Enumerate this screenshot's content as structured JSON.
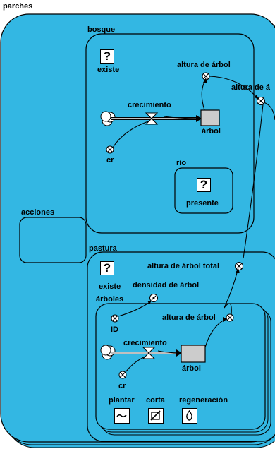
{
  "colors": {
    "panel": "#33b7e3",
    "frame": "#000000",
    "background": "#ffffff"
  },
  "parches": {
    "label": "parches"
  },
  "bosque": {
    "label": "bosque",
    "existe": {
      "icon": "question-icon",
      "symbol": "?",
      "label": "existe"
    },
    "altura_arbol": "altura de árbol",
    "altura_a": "altura de á",
    "crecimiento": "crecimiento",
    "arbol": "árbol",
    "cr": "cr",
    "rio": {
      "label": "río",
      "symbol": "?",
      "presente": "presente"
    }
  },
  "acciones": {
    "label": "acciones"
  },
  "pastura": {
    "label": "pastura",
    "existe": {
      "symbol": "?",
      "label": "existe"
    },
    "altura_total": "altura de árbol total",
    "densidad": "densidad de árbol",
    "arboles": {
      "label": "árboles",
      "id": "ID",
      "altura_arbol": "altura de árbol",
      "crecimiento": "crecimiento",
      "arbol": "árbol",
      "cr": "cr",
      "plantar": {
        "label": "plantar",
        "icon": "wave-icon"
      },
      "corta": {
        "label": "corta",
        "icon": "cut-icon"
      },
      "regeneracion": {
        "label": "regeneración",
        "icon": "seed-icon"
      }
    }
  }
}
